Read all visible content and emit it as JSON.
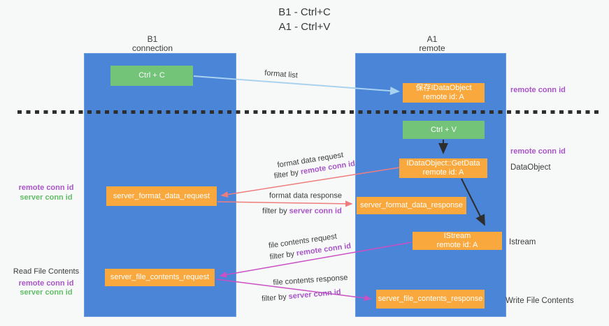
{
  "title": {
    "line1": "B1 - Ctrl+C",
    "line2": "A1 - Ctrl+V"
  },
  "left_column": {
    "header_line1": "B1",
    "header_line2": "connection"
  },
  "right_column": {
    "header_line1": "A1",
    "header_line2": "remote"
  },
  "boxes": {
    "ctrl_c": "Ctrl + C",
    "ctrl_v": "Ctrl + V",
    "save_idataobject_line1": "保存IDataObject",
    "save_idataobject_line2": "remote id: A",
    "getdata_line1": "IDataObject::GetData",
    "getdata_line2": "remote id: A",
    "istream_line1": "IStream",
    "istream_line2": "remote id: A",
    "server_format_data_request": "server_format_data_request",
    "server_format_data_response": "server_format_data_response",
    "server_file_contents_request": "server_file_contents_request",
    "server_file_contents_response": "server_file_contents_response"
  },
  "arrow_labels": {
    "format_list": "format list",
    "format_data_request": "format data request",
    "format_data_response": "format data response",
    "file_contents_request": "file contents request",
    "file_contents_response": "file contents response",
    "filter_by": "filter by",
    "remote_conn_id": "remote conn id",
    "server_conn_id": "server conn id"
  },
  "annotations": {
    "remote_conn_id_right_top": "remote conn id",
    "remote_conn_id_right_mid": "remote conn id",
    "dataobject": "DataObject",
    "istream": "Istream",
    "write_file_contents": "Write File Contents",
    "remote_conn_id_left_top": "remote conn id",
    "server_conn_id_left_top": "server conn id",
    "read_file_contents": "Read File Contents",
    "remote_conn_id_left_bottom": "remote conn id",
    "server_conn_id_left_bottom": "server conn id"
  },
  "colors": {
    "background": "#f7f8f8",
    "column_blue": "#4a85d8",
    "box_green": "#73c379",
    "box_orange": "#f9a83d",
    "arrow_light_blue": "#a9d2ef",
    "arrow_red": "#ef7d7d",
    "arrow_magenta": "#cb50c4",
    "arrow_black": "#2e2e2e",
    "text_purple": "#a855c8",
    "text_green": "#62bd67",
    "text_dark": "#3c3c3c"
  }
}
